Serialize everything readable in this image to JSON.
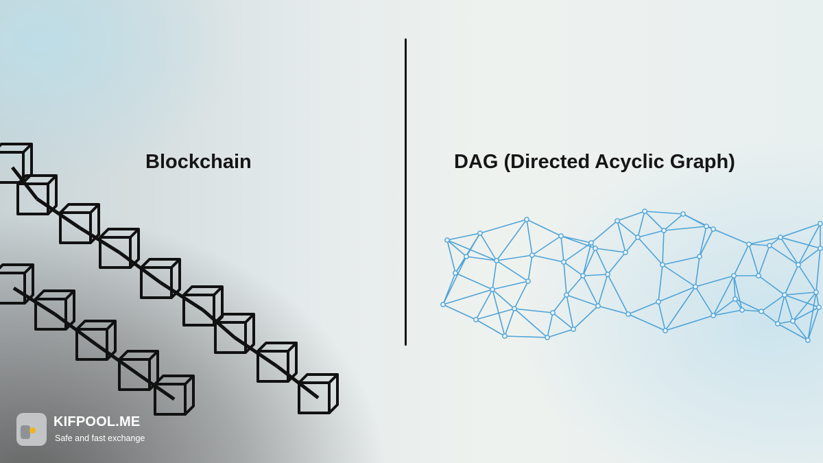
{
  "headings": {
    "left": "Blockchain",
    "right": "DAG (Directed Acyclic Graph)"
  },
  "brand": {
    "name": "KIFPOOL.ME",
    "tagline": "Safe and fast exchange",
    "accent_color": "#f3b41b"
  },
  "colors": {
    "blockchain_stroke": "#111111",
    "dag_stroke": "#4ea3d8"
  },
  "icons": {
    "block": "cube-icon",
    "logo": "kifpool-logo-icon"
  }
}
